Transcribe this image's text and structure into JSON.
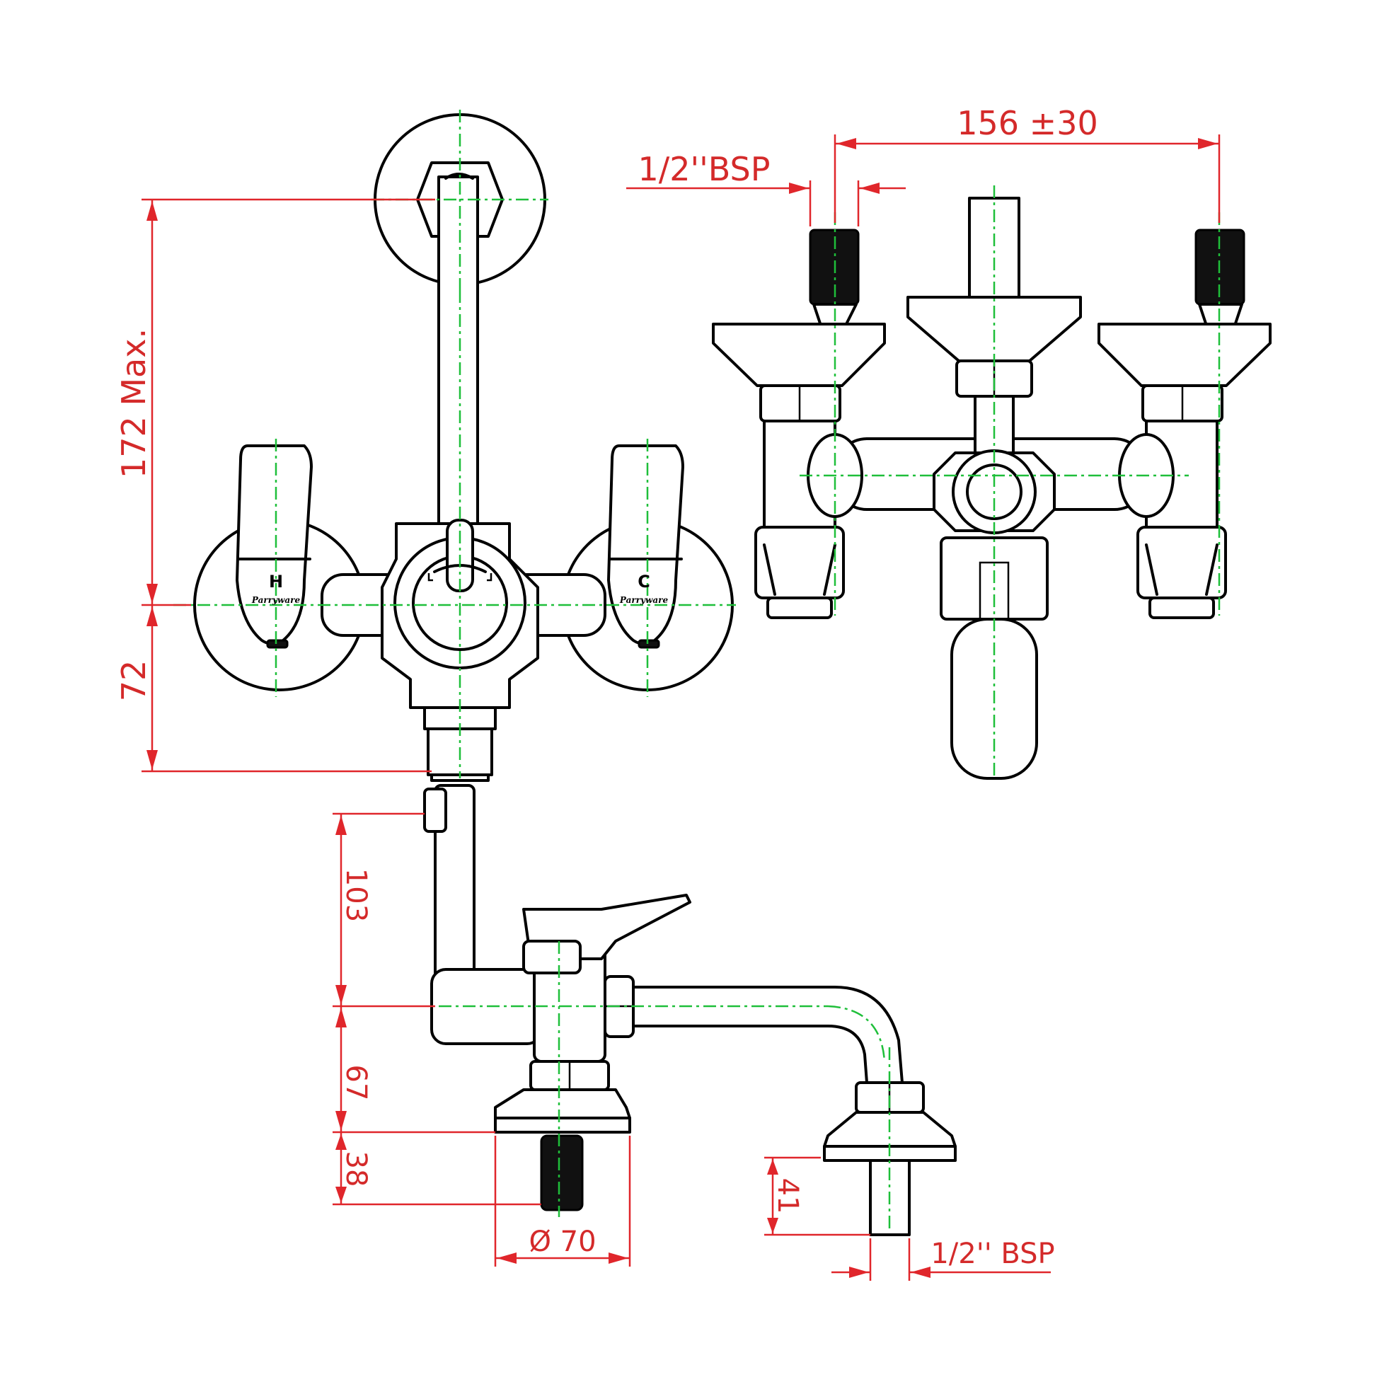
{
  "dimensions": {
    "height_max": "172 Max.",
    "lower_height": "72",
    "centres": "156 ±30",
    "inlet_thread_top": "1/2''BSP",
    "side_103": "103",
    "side_67": "67",
    "side_38": "38",
    "flange_diameter": "Ø 70",
    "outlet_41": "41",
    "outlet_thread": "1/2'' BSP"
  },
  "handles": {
    "hot_label": "H",
    "cold_label": "C",
    "brand_mark": "Parryware"
  },
  "colors": {
    "dimension": "#e0262b",
    "centerline": "#1fbf3a",
    "outline": "#000000"
  }
}
